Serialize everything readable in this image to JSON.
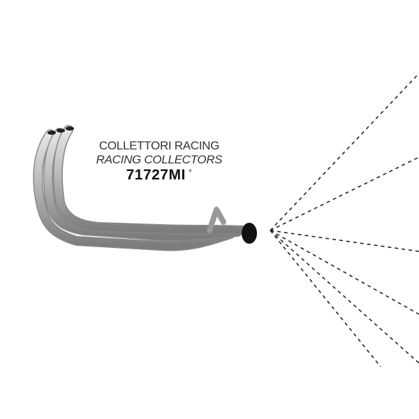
{
  "product": {
    "title_it": "COLLETTORI RACING",
    "title_en": "RACING COLLECTORS",
    "code": "71727MI",
    "note_mark": "*"
  },
  "colors": {
    "pipe": "#b8b8b8",
    "pipe_dark": "#7a7a7a",
    "dash": "#222222"
  }
}
